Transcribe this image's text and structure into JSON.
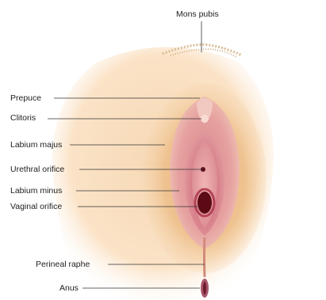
{
  "diagram": {
    "labels": {
      "mons_pubis": "Mons pubis",
      "prepuce": "Prepuce",
      "clitoris": "Clitoris",
      "labium_majus": "Labium majus",
      "urethral_orifice": "Urethral orifice",
      "labium_minus": "Labium minus",
      "vaginal_orifice": "Vaginal orifice",
      "perineal_raphe": "Perineal raphe",
      "anus": "Anus"
    }
  }
}
